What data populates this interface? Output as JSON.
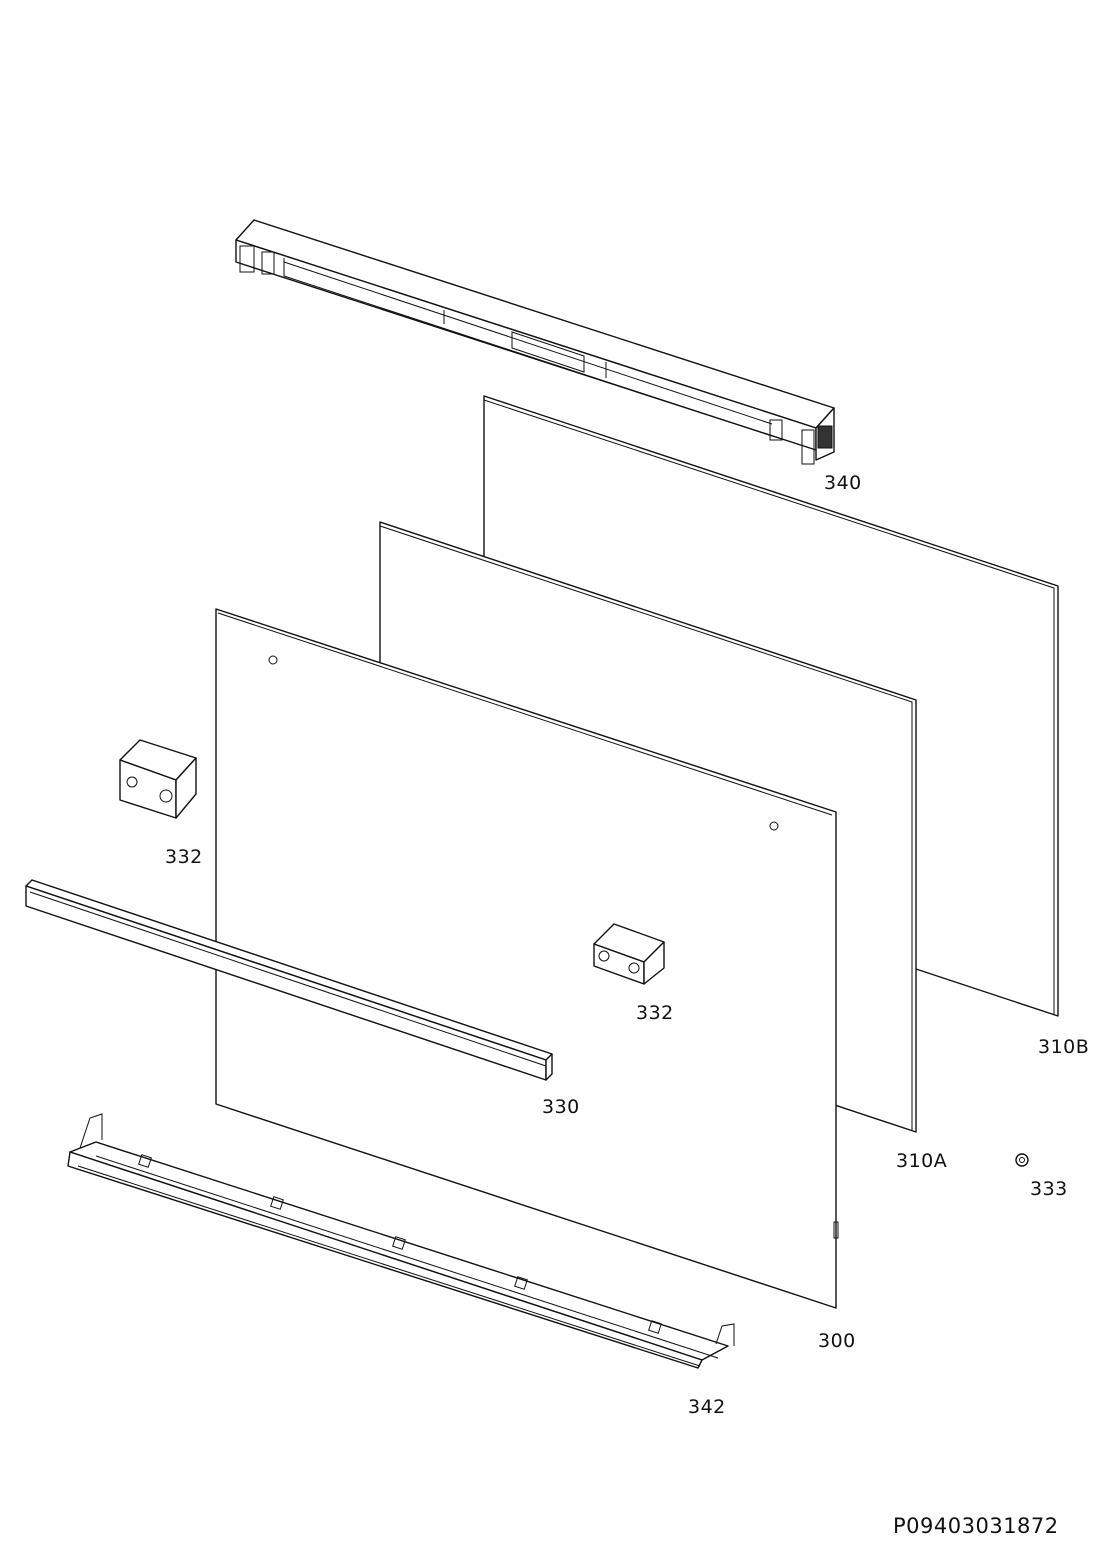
{
  "labels": {
    "part_340": "340",
    "part_310b": "310B",
    "part_310a": "310A",
    "part_300": "300",
    "part_332_left": "332",
    "part_332_center": "332",
    "part_330": "330",
    "part_333": "333",
    "part_342": "342"
  },
  "document_id": "P09403031872"
}
